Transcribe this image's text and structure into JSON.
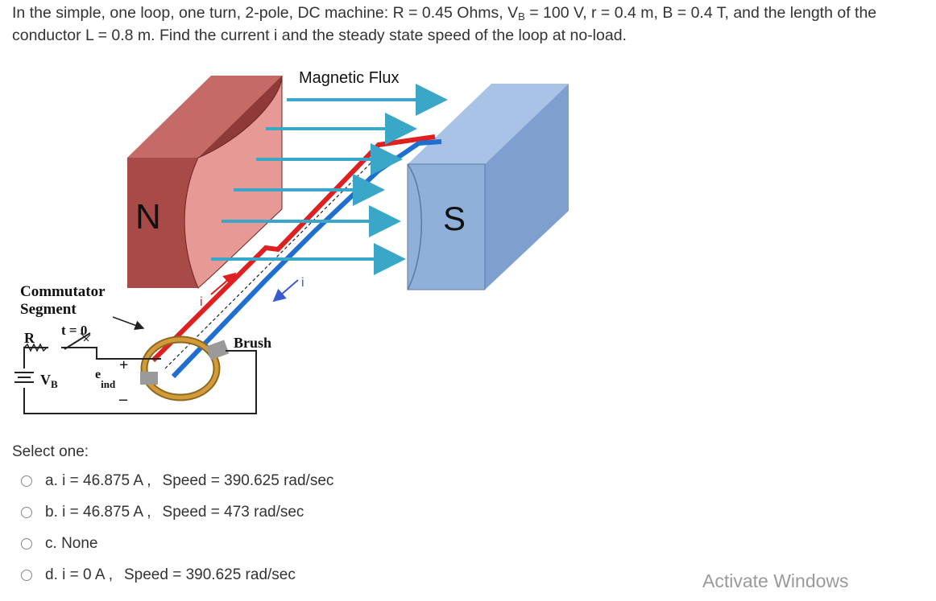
{
  "question": {
    "part1": "In the simple, one loop, one turn, 2-pole, DC machine: R = 0.45 Ohms, V",
    "sub1": "B",
    "part2": " = 100 V, r = 0.4 m, B = 0.4 T, and the length of the conductor L = 0.8 m. Find the current i and the steady state speed of the loop at no-load."
  },
  "diagram": {
    "flux_label": "Magnetic Flux",
    "north_label": "N",
    "south_label": "S",
    "commutator_line1": "Commutator",
    "commutator_line2": "Segment",
    "switch_label": "t = 0",
    "resistor_label": "R",
    "source_label": "V",
    "source_sub": "B",
    "plus": "+",
    "minus": "–",
    "eind_label": "e",
    "eind_sub": "ind",
    "brush_label": "Brush",
    "current_label_left": "i",
    "current_label_right": "i",
    "colors": {
      "magnet_n": "#a84a48",
      "magnet_s": "#8fb0d8",
      "wire_red": "#e02020",
      "wire_blue": "#1e6fd0",
      "flux": "#3aa6c8"
    }
  },
  "select_label": "Select one:",
  "options": [
    {
      "letter": "a.",
      "current": "i = 46.875 A ,",
      "speed": "Speed = 390.625 rad/sec"
    },
    {
      "letter": "b.",
      "current": "i = 46.875 A ,",
      "speed": "Speed = 473 rad/sec"
    },
    {
      "letter": "c.",
      "current": "None",
      "speed": ""
    },
    {
      "letter": "d.",
      "current": "i = 0 A ,",
      "speed": "Speed = 390.625 rad/sec"
    }
  ],
  "watermark": "Activate Windows"
}
